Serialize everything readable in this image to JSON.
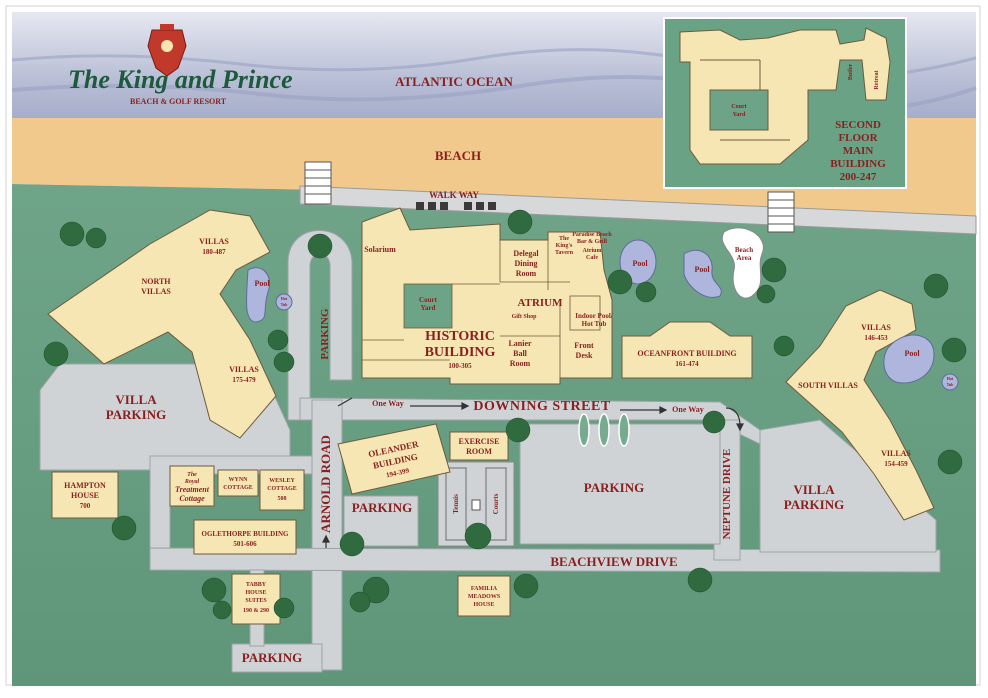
{
  "brand": {
    "line1": "The King and Prince",
    "line2": "BEACH & GOLF RESORT"
  },
  "areas": {
    "ocean": "ATLANTIC OCEAN",
    "beach": "BEACH",
    "walkway": "WALK WAY"
  },
  "inset": {
    "title_lines": [
      "SECOND",
      "FLOOR",
      "MAIN",
      "BUILDING",
      "200-247"
    ],
    "courtyard": [
      "Court",
      "Yard"
    ],
    "butler": "Butler",
    "retreat": "Retreat"
  },
  "buildings": {
    "historic": {
      "name": [
        "HISTORIC",
        "BUILDING"
      ],
      "rooms": "100-305"
    },
    "solarium": "Solarium",
    "courtyard": [
      "Court",
      "Yard"
    ],
    "delegal": [
      "Delegal",
      "Dining",
      "Room"
    ],
    "kings_tavern": [
      "The",
      "King's",
      "Tavern"
    ],
    "paradise": [
      "Paradise Beach",
      "Bar & Grill"
    ],
    "atrium_cafe": [
      "Atrium",
      "Cafe"
    ],
    "atrium": "ATRIUM",
    "gift_shop": "Gift Shop",
    "indoor_pool": [
      "Indoor Pool/",
      "Hot Tub"
    ],
    "lanier": [
      "Lanier",
      "Ball",
      "Room"
    ],
    "front_desk": [
      "Front",
      "Desk"
    ],
    "oceanfront": {
      "name": "OCEANFRONT BUILDING",
      "rooms": "161-474"
    },
    "north_villas": {
      "name": [
        "NORTH",
        "VILLAS"
      ],
      "villas_a": [
        "VILLAS",
        "180-487"
      ],
      "villas_b": [
        "VILLAS",
        "175-479"
      ]
    },
    "south_villas": {
      "name": "SOUTH VILLAS",
      "villas_a": [
        "VILLAS",
        "146-453"
      ],
      "villas_b": [
        "VILLAS",
        "154-459"
      ]
    },
    "oleander": {
      "name": [
        "OLEANDER",
        "BUILDING"
      ],
      "rooms": "194-399"
    },
    "exercise": [
      "EXERCISE",
      "ROOM"
    ],
    "hampton": {
      "name": [
        "HAMPTON",
        "HOUSE"
      ],
      "rooms": "700"
    },
    "royal_treatment": [
      "The",
      "Royal",
      "Treatment",
      "Cottage"
    ],
    "wynn": [
      "WYNN",
      "COTTAGE"
    ],
    "wesley": {
      "name": [
        "WESLEY",
        "COTTAGE"
      ],
      "rooms": "508"
    },
    "oglethorpe": {
      "name": "OGLETHORPE BUILDING",
      "rooms": "501-606"
    },
    "tabby": {
      "name": [
        "TABBY",
        "HOUSE",
        "SUITES"
      ],
      "rooms": "190 & 290"
    },
    "familia": [
      "FAMILIA",
      "MEADOWS",
      "HOUSE"
    ]
  },
  "facilities": {
    "pool": "Pool",
    "hot_tub": [
      "Hot",
      "Tub"
    ],
    "beach_area": [
      "Beach",
      "Area"
    ],
    "tennis": "Tennis",
    "courts": "Courts"
  },
  "parking": {
    "villa_parking": [
      "VILLA",
      "PARKING"
    ],
    "parking": "PARKING"
  },
  "roads": {
    "downing": "DOWNING STREET",
    "beachview": "BEACHVIEW DRIVE",
    "arnold": "ARNOLD ROAD",
    "neptune": "NEPTUNE DRIVE",
    "one_way": "One Way"
  },
  "colors": {
    "ocean": "#b9bfd6",
    "beach": "#f2c98d",
    "grass": "#77ab8f",
    "road": "#cfd3d6",
    "building": "#f5e6b3",
    "courtyard": "#6da386",
    "pool": "#aeb6dd",
    "label": "#8a1f1f",
    "outline": "#6e5a3c"
  }
}
